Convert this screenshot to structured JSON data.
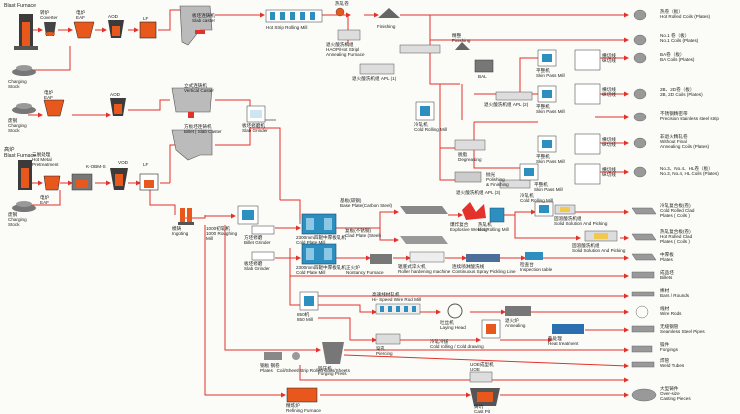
{
  "colors": {
    "flow": "#e3322b",
    "connector": "#3a3a3a",
    "equip_blue": "#2c8fc0",
    "molten": "#e8581c",
    "furnace_dark": "#3b3b3b"
  },
  "stages": [
    {
      "id": "bf1",
      "label": "Blast Furnace"
    },
    {
      "id": "cs1",
      "label": "Charging\nStock"
    },
    {
      "id": "conv1",
      "label": "转炉\nCoverter"
    },
    {
      "id": "eaf1",
      "label": "电炉\nEAF"
    },
    {
      "id": "aod1",
      "label": "AOD"
    },
    {
      "id": "lf1",
      "label": "LF"
    },
    {
      "id": "slab_caster",
      "label": "板坯连铸机\nSlab caster"
    },
    {
      "id": "hsm",
      "label": "Hot Strip Rolling Mill"
    },
    {
      "id": "cylinder",
      "label": "热轧卷"
    },
    {
      "id": "anneal_hot",
      "label": "退火酸洗机组\nHAOP/Hot Stripl\nAnnealing Furnace"
    },
    {
      "id": "finishing1",
      "label": "Finishing"
    },
    {
      "id": "cs2",
      "label": "废钢\nCharging\nStock"
    },
    {
      "id": "eaf2",
      "label": "电炉\nEAF"
    },
    {
      "id": "aod2",
      "label": "AOD"
    },
    {
      "id": "vertical_caster",
      "label": "立式连铸机\nVertical Caster"
    },
    {
      "id": "billet_caster",
      "label": "方板坯连铸机\nBillet | Slab Caster"
    },
    {
      "id": "slab_grinder1",
      "label": "板坯修磨机\nSlab Grinder"
    },
    {
      "id": "bf2",
      "label": "高炉\nBlast Furnace"
    },
    {
      "id": "hot_metal",
      "label": "三脱处理\nHot Metal\nPretreatment"
    },
    {
      "id": "kobm",
      "label": "K-OBM-S"
    },
    {
      "id": "vod",
      "label": "VOD"
    },
    {
      "id": "lf2",
      "label": "LF"
    },
    {
      "id": "eaf3",
      "label": "电炉\nEAF"
    },
    {
      "id": "cs3",
      "label": "废钢\nCharging\nStock"
    },
    {
      "id": "ingoting",
      "label": "模铸\nIngoting"
    },
    {
      "id": "roughing",
      "label": "1000初轧机\n1000 Roughing\nMill"
    },
    {
      "id": "billet_grinder",
      "label": "方坯修磨\nBillet Grinder"
    },
    {
      "id": "slab_grinder2",
      "label": "板坯修磨\nSlab Grinder"
    },
    {
      "id": "plate_mill1",
      "label": "2300mm四辊中厚板轧机\nCold Plate Mill"
    },
    {
      "id": "plate_mill2",
      "label": "2300mm四辊中厚板轧机\nCold Plate Mill"
    },
    {
      "id": "base_plate",
      "label": "基板(碳钢)\nBase Plate(Carbon Steel)"
    },
    {
      "id": "clad_plate",
      "label": "复板(不锈钢)\nClad Plate (Steel)"
    },
    {
      "id": "nontancy",
      "label": "正火炉\nNontancy Furnace"
    },
    {
      "id": "roller_hardening",
      "label": "辊底式淬火机\nRoller hardening machine"
    },
    {
      "id": "spray_pickling",
      "label": "连续喷淋酸洗线\nContinuous Spray Pickling Line"
    },
    {
      "id": "inspection",
      "label": "检查台\nInspection table"
    },
    {
      "id": "explosive",
      "label": "爆炸复合\nExplosive Welding"
    },
    {
      "id": "hot_rolling_mill",
      "label": "热轧机\nHot Rolling Mill"
    },
    {
      "id": "cold_rolling_mill_clad",
      "label": "冷轧机\nCold Rolling Mill"
    },
    {
      "id": "solid_pickling1",
      "label": "固溶酸洗机组\nSolid Solution And Picking"
    },
    {
      "id": "solid_pickling2",
      "label": "固溶酸洗机组\nSolid Solution And Picking"
    },
    {
      "id": "apl1",
      "label": "退火酸洗机组 APL (1)"
    },
    {
      "id": "apl2",
      "label": "退火酸洗机组 APL (2)"
    },
    {
      "id": "apl3",
      "label": "退火酸洗机组 APL (3)"
    },
    {
      "id": "finishing2",
      "label": "精整\nFinishing"
    },
    {
      "id": "bal",
      "label": "BAL"
    },
    {
      "id": "cold_rolling_mill",
      "label": "冷轧机\nCold Rolling Mill"
    },
    {
      "id": "degreasing",
      "label": "脱脂\nDegreasing"
    },
    {
      "id": "polishing",
      "label": "抛光\nPolishing\n& Finishing"
    },
    {
      "id": "skin_pass1",
      "label": "平整机\nSkin Pass Mill"
    },
    {
      "id": "skin_pass2",
      "label": "平整机\nSkin Pass Mill"
    },
    {
      "id": "skin_pass3",
      "label": "平整机\nSkin Pass Mill"
    },
    {
      "id": "skin_pass4",
      "label": "平整机\nSkin Pass Mill"
    },
    {
      "id": "blbl1",
      "label": "横切线\n纵切线"
    },
    {
      "id": "blbl2",
      "label": "横切线\n纵切线"
    },
    {
      "id": "blbl3",
      "label": "横切线\n纵切线"
    },
    {
      "id": "blbl4",
      "label": "横切线\n纵切线"
    },
    {
      "id": "mill850",
      "label": "850机\n850 Mill"
    },
    {
      "id": "wire_rod",
      "label": "高速线材轧机\nHi- Speed Wire Rod Mill"
    },
    {
      "id": "laying_head",
      "label": "吐丝机\nLaying Head"
    },
    {
      "id": "annealing",
      "label": "退火炉\nAnnealing"
    },
    {
      "id": "forging",
      "label": "锻压机\nForging Press"
    },
    {
      "id": "piercing",
      "label": "穿孔\nPiercing"
    },
    {
      "id": "cold_rolling_drawing",
      "label": "冷轧冷拔\nCold rolling / Cold drawing"
    },
    {
      "id": "heat_treatment",
      "label": "热处理\nHeat treatment"
    },
    {
      "id": "uoe",
      "label": "UOE成型机\nUOE"
    },
    {
      "id": "plates_coils",
      "label": "钢板 钢卷\nPlates   Coil/Sheet/Strip Rolled Coils/Sheets"
    },
    {
      "id": "refining",
      "label": "精炼炉\nRefining Furnace"
    },
    {
      "id": "cast_pit",
      "label": "铸坑\nCast Pit"
    }
  ],
  "products": [
    {
      "id": "p1",
      "label": "热卷（板）\nHot Rolled Coils (Plates)"
    },
    {
      "id": "p2",
      "label": "No.1 卷（板）\nNo.1 Coils (Plates)"
    },
    {
      "id": "p3",
      "label": "BA卷（板）\nBA Coils (Plates)"
    },
    {
      "id": "p4",
      "label": "2B、2D卷（板）\n2B, 2D Coils (Plates)"
    },
    {
      "id": "p5",
      "label": "不锈钢精密带\nPrecision stainless steel strip"
    },
    {
      "id": "p6",
      "label": "非退火精轧卷\nWithout Final\nAnnealing Coils (Plates)"
    },
    {
      "id": "p7",
      "label": "No.3、No.4、HL卷（板）\nNo.3, No.4, HL Coils (Plates)"
    },
    {
      "id": "p8",
      "label": "冷轧复合板(卷)\nCold Rolled Clad\nPlates ( Coils )"
    },
    {
      "id": "p9",
      "label": "热轧复合板(卷)\nHot Rolled Clad\nPlates ( Coils )"
    },
    {
      "id": "p10",
      "label": "中厚板\nPlates"
    },
    {
      "id": "p11",
      "label": "成品坯\nBillets"
    },
    {
      "id": "p12",
      "label": "棒材\nBars / Rounds"
    },
    {
      "id": "p13",
      "label": "线材\nWire Rods"
    },
    {
      "id": "p14",
      "label": "无缝钢管\nSeamless Steel Pipes"
    },
    {
      "id": "p15",
      "label": "锻件\nForgings"
    },
    {
      "id": "p16",
      "label": "焊管\nWeld Tubes"
    },
    {
      "id": "p17",
      "label": "大型铸件\nOver-size\nCasting Pieces"
    }
  ],
  "line_labels": {
    "bal_lbl": "BAL",
    "l_apl2": "退火酸洗机组 APL (2)",
    "l_hot": "热轧机"
  }
}
